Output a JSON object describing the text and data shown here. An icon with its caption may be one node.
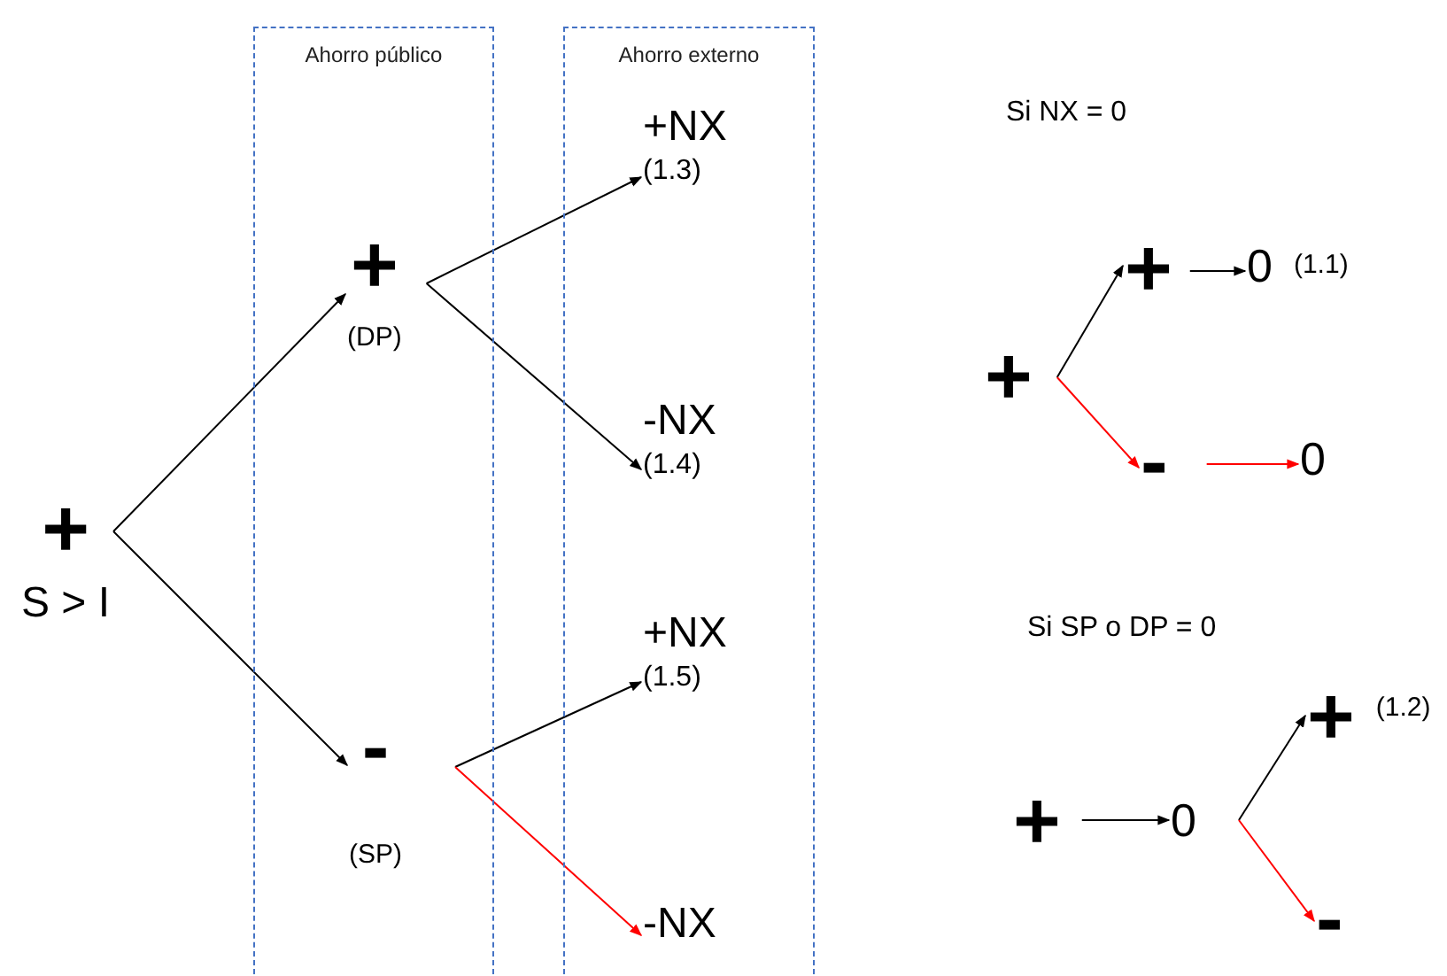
{
  "diagram": {
    "nodes": [
      {
        "text": [
          "Ahorro público"
        ]
      },
      {
        "text": [
          "Ahorro externo"
        ]
      },
      {
        "text": [
          "+"
        ],
        "beside": [
          "S > I"
        ]
      },
      {
        "text": [
          "+"
        ],
        "beside": [
          "(DP)"
        ],
        "in": 0
      },
      {
        "text": [
          "-"
        ],
        "beside": [
          "(SP)"
        ],
        "in": 0
      },
      {
        "text": [
          "+NX"
        ],
        "beside": [
          "(1.3)"
        ],
        "in": 1
      },
      {
        "text": [
          "-NX"
        ],
        "beside": [
          "(1.4)"
        ],
        "in": 1
      },
      {
        "text": [
          "+NX"
        ],
        "beside": [
          "(1.5)"
        ],
        "in": 1
      },
      {
        "text": [
          "-NX"
        ],
        "in": 1
      },
      {
        "text": [
          "+"
        ]
      },
      {
        "text": [
          "+"
        ]
      },
      {
        "text": [
          "0"
        ],
        "beside": [
          "(1.1)"
        ]
      },
      {
        "text": [
          "-"
        ]
      },
      {
        "text": [
          "0"
        ]
      },
      {
        "text": [
          "+"
        ]
      },
      {
        "text": [
          "0"
        ]
      },
      {
        "text": [
          "+"
        ],
        "beside": [
          "(1.2)"
        ]
      },
      {
        "text": [
          "-"
        ]
      }
    ],
    "edges": [
      {
        "from": 2,
        "to": 3,
        "arrow": "to"
      },
      {
        "from": 2,
        "to": 4,
        "arrow": "to"
      },
      {
        "from": 3,
        "to": 5,
        "arrow": "to"
      },
      {
        "from": 3,
        "to": 6,
        "arrow": "to"
      },
      {
        "from": 4,
        "to": 7,
        "arrow": "to"
      },
      {
        "from": 4,
        "to": 8,
        "arrow": "to",
        "color": "#ff0000"
      },
      {
        "from": 9,
        "to": 10,
        "arrow": "to"
      },
      {
        "from": 9,
        "to": 12,
        "arrow": "to",
        "color": "#ff0000"
      },
      {
        "from": 10,
        "to": 11,
        "arrow": "to"
      },
      {
        "from": 12,
        "to": 13,
        "arrow": "to",
        "color": "#ff0000"
      },
      {
        "from": 14,
        "to": 15,
        "arrow": "to"
      },
      {
        "from": 15,
        "to": 16,
        "arrow": "to"
      },
      {
        "from": 15,
        "to": 17,
        "arrow": "to",
        "color": "#ff0000"
      }
    ],
    "labels": [
      "Si NX = 0",
      "Si SP o DP = 0"
    ]
  }
}
